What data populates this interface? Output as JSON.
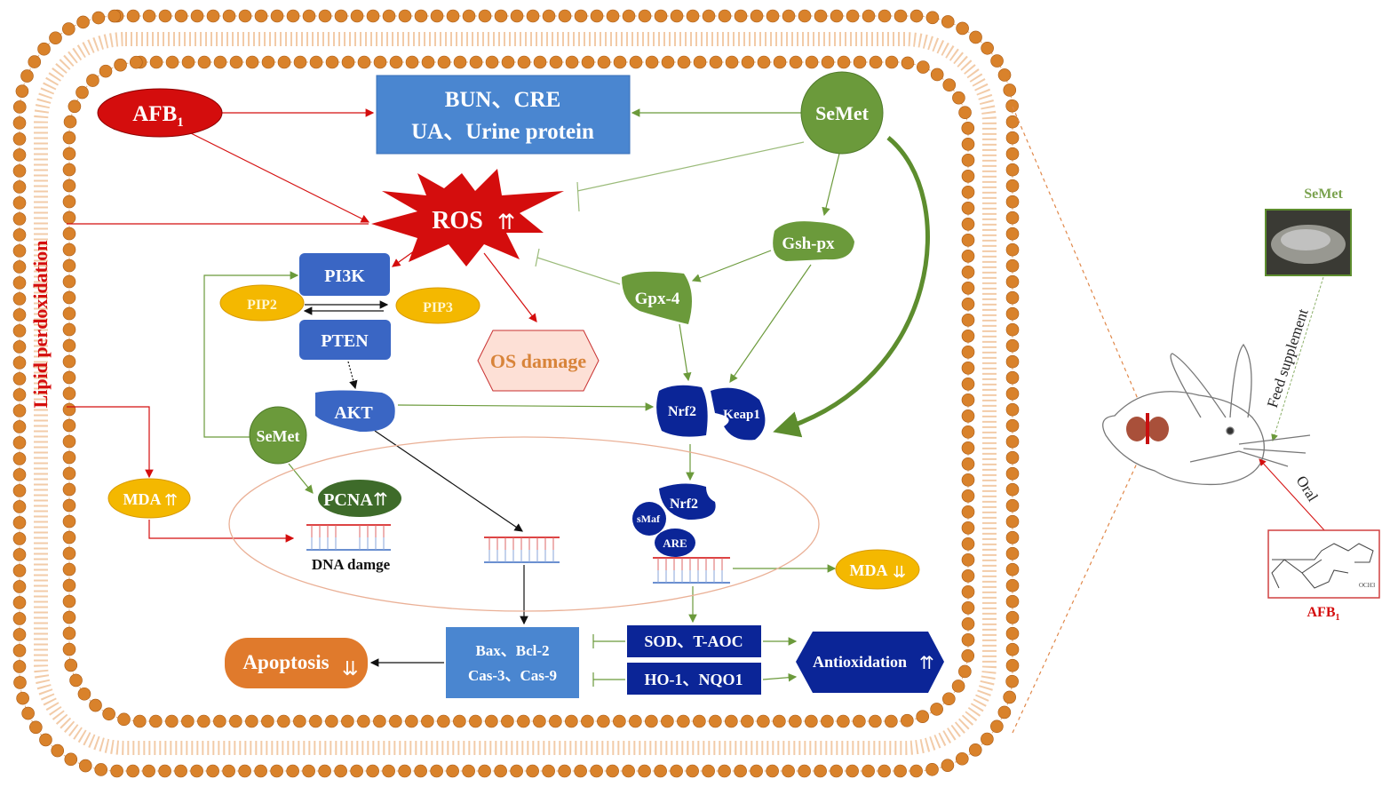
{
  "colors": {
    "membrane": "#d9822b",
    "red": "#d40d0d",
    "green": "#6b9a3b",
    "blue": "#4a86d0",
    "darkblue": "#0b2597",
    "yellow": "#f4b800",
    "orange": "#e07a2c"
  },
  "cell": {
    "lipid_label": "Lipid perdoxidation",
    "afb1": {
      "main": "AFB",
      "sub": "1"
    },
    "kidney_markers": [
      "BUN、CRE",
      "UA、Urine protein"
    ],
    "semet_top": "SeMet",
    "ros": "ROS",
    "gsh_px": "Gsh-px",
    "gpx4": "Gpx-4",
    "pi3k": "PI3K",
    "pip2": "PIP2",
    "pip3": "PIP3",
    "pten": "PTEN",
    "os_damage": "OS damage",
    "akt": "AKT",
    "nrf2": "Nrf2",
    "keap1": "Keap1",
    "semet_small": "SeMet",
    "mda_up": "MDA",
    "pcna": "PCNA",
    "dna_damage": "DNA damge",
    "nrf2_nuc": "Nrf2",
    "smaf": "sMaf",
    "are": "ARE",
    "mda_down": "MDA",
    "apoptosis_genes": [
      "Bax、Bcl-2",
      "Cas-3、Cas-9"
    ],
    "apoptosis": "Apoptosis",
    "enzymes1": "SOD、T-AOC",
    "enzymes2": "HO-1、NQO1",
    "antioxidation": "Antioxidation"
  },
  "model": {
    "semet_label": "SeMet",
    "feed": "Feed supplement",
    "oral": "Oral",
    "afb1": {
      "main": "AFB",
      "sub": "1"
    },
    "och3": "OCH3"
  }
}
